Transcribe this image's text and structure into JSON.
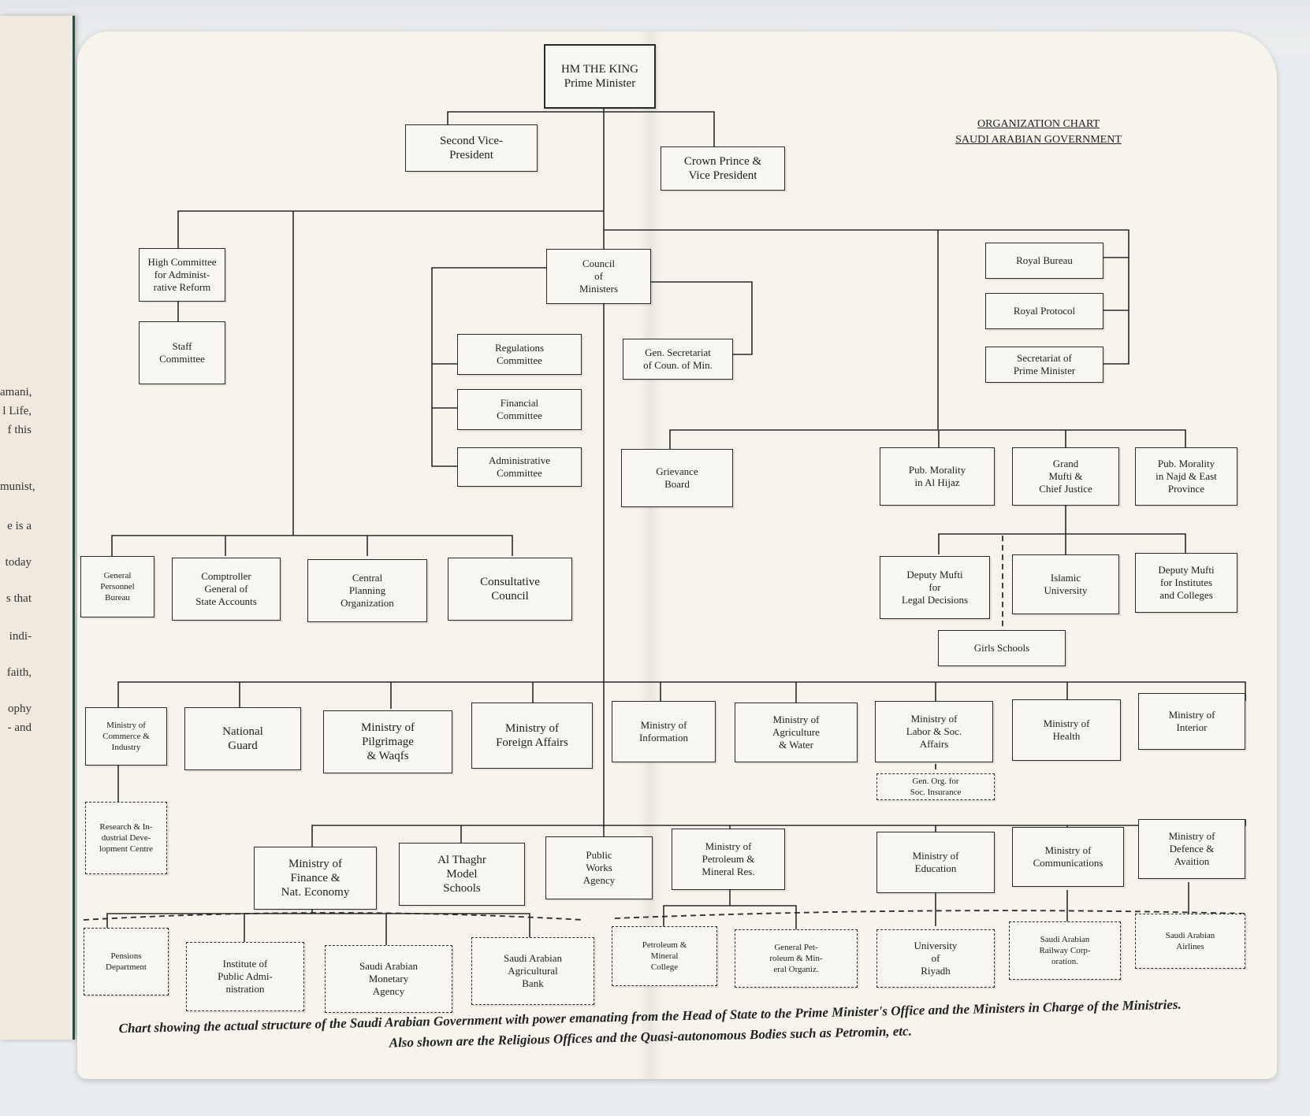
{
  "left_page_fragments": [
    "amani,",
    "l Life,",
    "f this",
    "munist,",
    "e is a",
    "today",
    "s that",
    "indi-",
    "faith,",
    "ophy",
    "- and"
  ],
  "chart_title": {
    "line1": "ORGANIZATION CHART",
    "line2": "SAUDI ARABIAN GOVERNMENT"
  },
  "boxes": {
    "king": "HM THE KING\nPrime Minister",
    "second_vp": "Second Vice-\nPresident",
    "crown_prince": "Crown Prince &\nVice President",
    "high_committee": "High Committee\nfor Administ-\nrative Reform",
    "staff_committee": "Staff\nCommittee",
    "council": "Council\nof\nMinisters",
    "regulations": "Regulations\nCommittee",
    "financial": "Financial\nCommittee",
    "administrative": "Administrative\nCommittee",
    "gen_secretariat": "Gen. Secretariat\nof Coun. of Min.",
    "royal_bureau": "Royal Bureau",
    "royal_protocol": "Royal Protocol",
    "secretariat_pm": "Secretariat of\nPrime Minister",
    "grievance": "Grievance\nBoard",
    "morality_hijaz": "Pub. Morality\nin Al Hijaz",
    "grand_mufti": "Grand\nMufti &\nChief Justice",
    "morality_najd": "Pub. Morality\nin Najd & East\nProvince",
    "general_personnel": "General\nPersonnel\nBureau",
    "comptroller": "Comptroller\nGeneral of\nState Accounts",
    "central_planning": "Central\nPlanning\nOrganization",
    "consultative": "Consultative\nCouncil",
    "deputy_mufti_legal": "Deputy Mufti\nfor\nLegal Decisions",
    "islamic_university": "Islamic\nUniversity",
    "deputy_mufti_inst": "Deputy Mufti\nfor Institutes\nand Colleges",
    "girls_schools": "Girls Schools",
    "min_commerce": "Ministry of\nCommerce &\nIndustry",
    "national_guard": "National\nGuard",
    "min_pilgrimage": "Ministry of\nPilgrimage\n& Waqfs",
    "min_foreign": "Ministry of\nForeign Affairs",
    "min_information": "Ministry of\nInformation",
    "min_agriculture": "Ministry of\nAgriculture\n& Water",
    "min_labor": "Ministry of\nLabor & Soc.\nAffairs",
    "min_health": "Ministry of\nHealth",
    "min_interior": "Ministry of\nInterior",
    "gen_org_insurance": "Gen. Org. for\nSoc. Insurance",
    "research_centre": "Research & In-\ndustrial Deve-\nlopment Centre",
    "min_finance": "Ministry of\nFinance &\nNat. Economy",
    "al_thaghr": "Al Thaghr\nModel\nSchools",
    "public_works": "Public\nWorks\nAgency",
    "min_petroleum": "Ministry of\nPetroleum &\nMineral Res.",
    "min_education": "Ministry of\nEducation",
    "min_communications": "Ministry of\nCommunications",
    "min_defence": "Ministry of\nDefence &\nAvaition",
    "pensions": "Pensions\nDepartment",
    "institute_public_admin": "Institute of\nPublic Admi-\nnistration",
    "monetary_agency": "Saudi Arabian\nMonetary\nAgency",
    "agricultural_bank": "Saudi Arabian\nAgricultural\nBank",
    "petroleum_college": "Petroleum &\nMineral\nCollege",
    "general_petroleum": "General Pet-\nroleum & Min-\neral Organiz.",
    "university_riyadh": "University\nof\nRiyadh",
    "railway": "Saudi Arabian\nRailway Corp-\noration.",
    "airlines": "Saudi Arabian\nAirlines"
  },
  "caption": "Chart showing the actual structure of the Saudi Arabian Government with power emanating from the Head of State to the Prime Minister's Office and the Ministers in Charge of the Ministries. Also shown are the Religious Offices and the Quasi-autonomous Bodies such as Petromin, etc."
}
